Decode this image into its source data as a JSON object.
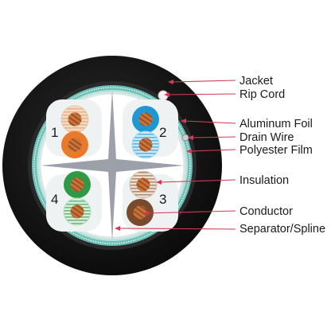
{
  "callouts": [
    {
      "key": "jacket",
      "text": "Jacket"
    },
    {
      "key": "rip-cord",
      "text": "Rip Cord"
    },
    {
      "key": "aluminum-foil",
      "text": "Aluminum Foil"
    },
    {
      "key": "drain-wire",
      "text": "Drain Wire"
    },
    {
      "key": "polyester-film",
      "text": "Polyester Film"
    },
    {
      "key": "insulation",
      "text": "Insulation"
    },
    {
      "key": "conductor",
      "text": "Conductor"
    },
    {
      "key": "separator-spline",
      "text": "Separator/Spline"
    }
  ],
  "pair_numbers": [
    "1",
    "2",
    "3",
    "4"
  ],
  "colors": {
    "jacket": "#141414",
    "shield_ring": "#7fc9c0",
    "leader_lines": "#d33a55",
    "copper": "#c8743a",
    "pair1_solid": "#e87a2a",
    "pair1_stripe": "#f3d8bf",
    "pair2_solid": "#1f97d3",
    "pair2_stripe": "#bfe3f3",
    "pair3_solid": "#7a4a2c",
    "pair3_stripe": "#e3d2c2",
    "pair4_solid": "#2f9a46",
    "pair4_stripe": "#cfead4",
    "spline": "#9a9ea6"
  }
}
